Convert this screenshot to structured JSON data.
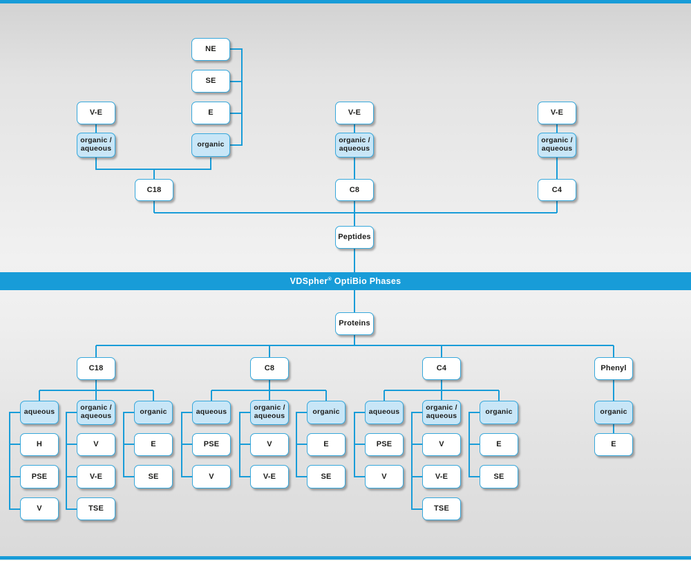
{
  "banner": {
    "brand": "VDSpher",
    "registered": "®",
    "rest": " OptiBio Phases"
  },
  "colors": {
    "accent_blue": "#189CD8",
    "box_border": "#35A7DB",
    "box_fill": "#FFFFFF",
    "category_fill": "#C8E6F7",
    "text": "#1D1D1B",
    "banner_text": "#FFFFFF"
  },
  "peptides_tree": {
    "root_label": "Peptides",
    "columns": [
      {
        "label": "C18",
        "categories": [
          {
            "label": "organic / aqueous",
            "leaves": [
              "V-E"
            ]
          },
          {
            "label": "organic",
            "leaves": [
              "NE",
              "SE",
              "E"
            ]
          }
        ]
      },
      {
        "label": "C8",
        "categories": [
          {
            "label": "organic / aqueous",
            "leaves": [
              "V-E"
            ]
          }
        ]
      },
      {
        "label": "C4",
        "categories": [
          {
            "label": "organic / aqueous",
            "leaves": [
              "V-E"
            ]
          }
        ]
      }
    ]
  },
  "proteins_tree": {
    "root_label": "Proteins",
    "columns": [
      {
        "label": "C18",
        "categories": [
          {
            "label": "aqueous",
            "leaves": [
              "H",
              "PSE",
              "V"
            ]
          },
          {
            "label": "organic / aqueous",
            "leaves": [
              "V",
              "V-E",
              "TSE"
            ]
          },
          {
            "label": "organic",
            "leaves": [
              "E",
              "SE"
            ]
          }
        ]
      },
      {
        "label": "C8",
        "categories": [
          {
            "label": "aqueous",
            "leaves": [
              "PSE",
              "V"
            ]
          },
          {
            "label": "organic / aqueous",
            "leaves": [
              "V",
              "V-E"
            ]
          },
          {
            "label": "organic",
            "leaves": [
              "E",
              "SE"
            ]
          }
        ]
      },
      {
        "label": "C4",
        "categories": [
          {
            "label": "aqueous",
            "leaves": [
              "PSE",
              "V"
            ]
          },
          {
            "label": "organic / aqueous",
            "leaves": [
              "V",
              "V-E",
              "TSE"
            ]
          },
          {
            "label": "organic",
            "leaves": [
              "E",
              "SE"
            ]
          }
        ]
      },
      {
        "label": "Phenyl",
        "categories": [
          {
            "label": "organic",
            "leaves": [
              "E"
            ]
          }
        ]
      }
    ]
  }
}
